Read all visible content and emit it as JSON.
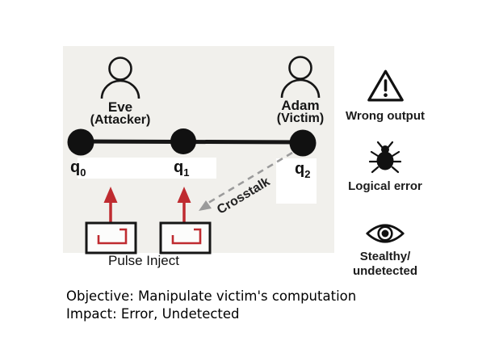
{
  "diagram": {
    "attacker": {
      "name": "Eve",
      "role": "(Attacker)"
    },
    "victim": {
      "name": "Adam",
      "role": "(Victim)"
    },
    "qubits": [
      {
        "base": "q",
        "sub": "0"
      },
      {
        "base": "q",
        "sub": "1"
      },
      {
        "base": "q",
        "sub": "2"
      }
    ],
    "crosstalk_label": "Crosstalk",
    "pulse_inject_label": "Pulse Inject"
  },
  "legend": [
    {
      "icon": "warning-triangle-icon",
      "label": "Wrong output"
    },
    {
      "icon": "bug-icon",
      "label": "Logical error"
    },
    {
      "icon": "eye-icon",
      "label": "Stealthy/ undetected"
    }
  ],
  "footer": {
    "objective": "Objective: Manipulate victim's computation",
    "impact": "Impact: Error, Undetected"
  },
  "colors": {
    "panel_bg": "#f1f0ec",
    "accent_red": "#bf2b30",
    "crosstalk_gray": "#9b9b9b",
    "ink": "#161616"
  }
}
